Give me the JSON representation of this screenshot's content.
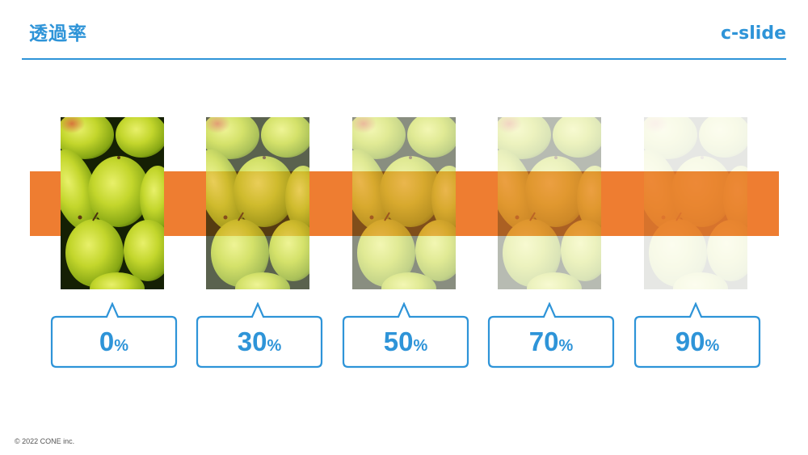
{
  "header": {
    "title": "透過率",
    "brand": "c-slide"
  },
  "colors": {
    "accent": "#2e94d8",
    "band": "#ee7d31"
  },
  "samples": [
    {
      "value": "0",
      "unit": "%",
      "transparency": 0.0
    },
    {
      "value": "30",
      "unit": "%",
      "transparency": 0.3
    },
    {
      "value": "50",
      "unit": "%",
      "transparency": 0.5
    },
    {
      "value": "70",
      "unit": "%",
      "transparency": 0.7
    },
    {
      "value": "90",
      "unit": "%",
      "transparency": 0.9
    }
  ],
  "footer": {
    "copyright": "© 2022 CONE inc."
  }
}
